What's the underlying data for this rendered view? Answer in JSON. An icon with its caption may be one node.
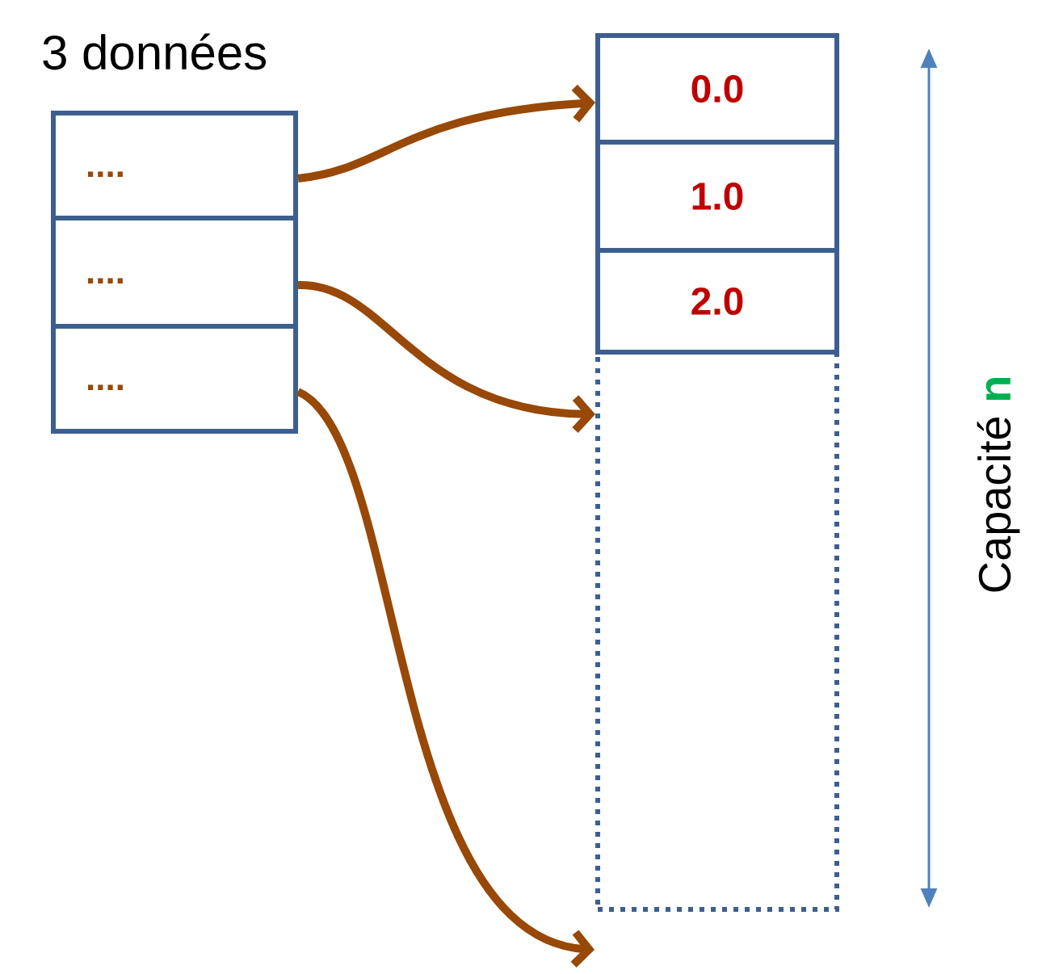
{
  "diagram": {
    "title": "3 données",
    "nodes": [
      {
        "text": [
          "...."
        ]
      },
      {
        "text": [
          "...."
        ]
      },
      {
        "text": [
          "...."
        ]
      },
      {
        "text": [
          "0.0"
        ]
      },
      {
        "text": [
          "1.0"
        ]
      },
      {
        "text": [
          "2.0"
        ]
      },
      {
        "text": [],
        "shape": "box"
      }
    ],
    "edges": [
      {
        "from": 0,
        "to": 3,
        "arrow": "to"
      },
      {
        "from": 1,
        "to": 6,
        "arrow": "to"
      },
      {
        "from": 2,
        "to": null,
        "arrow": "to"
      }
    ],
    "labels": [
      "Capacité **n**"
    ]
  }
}
